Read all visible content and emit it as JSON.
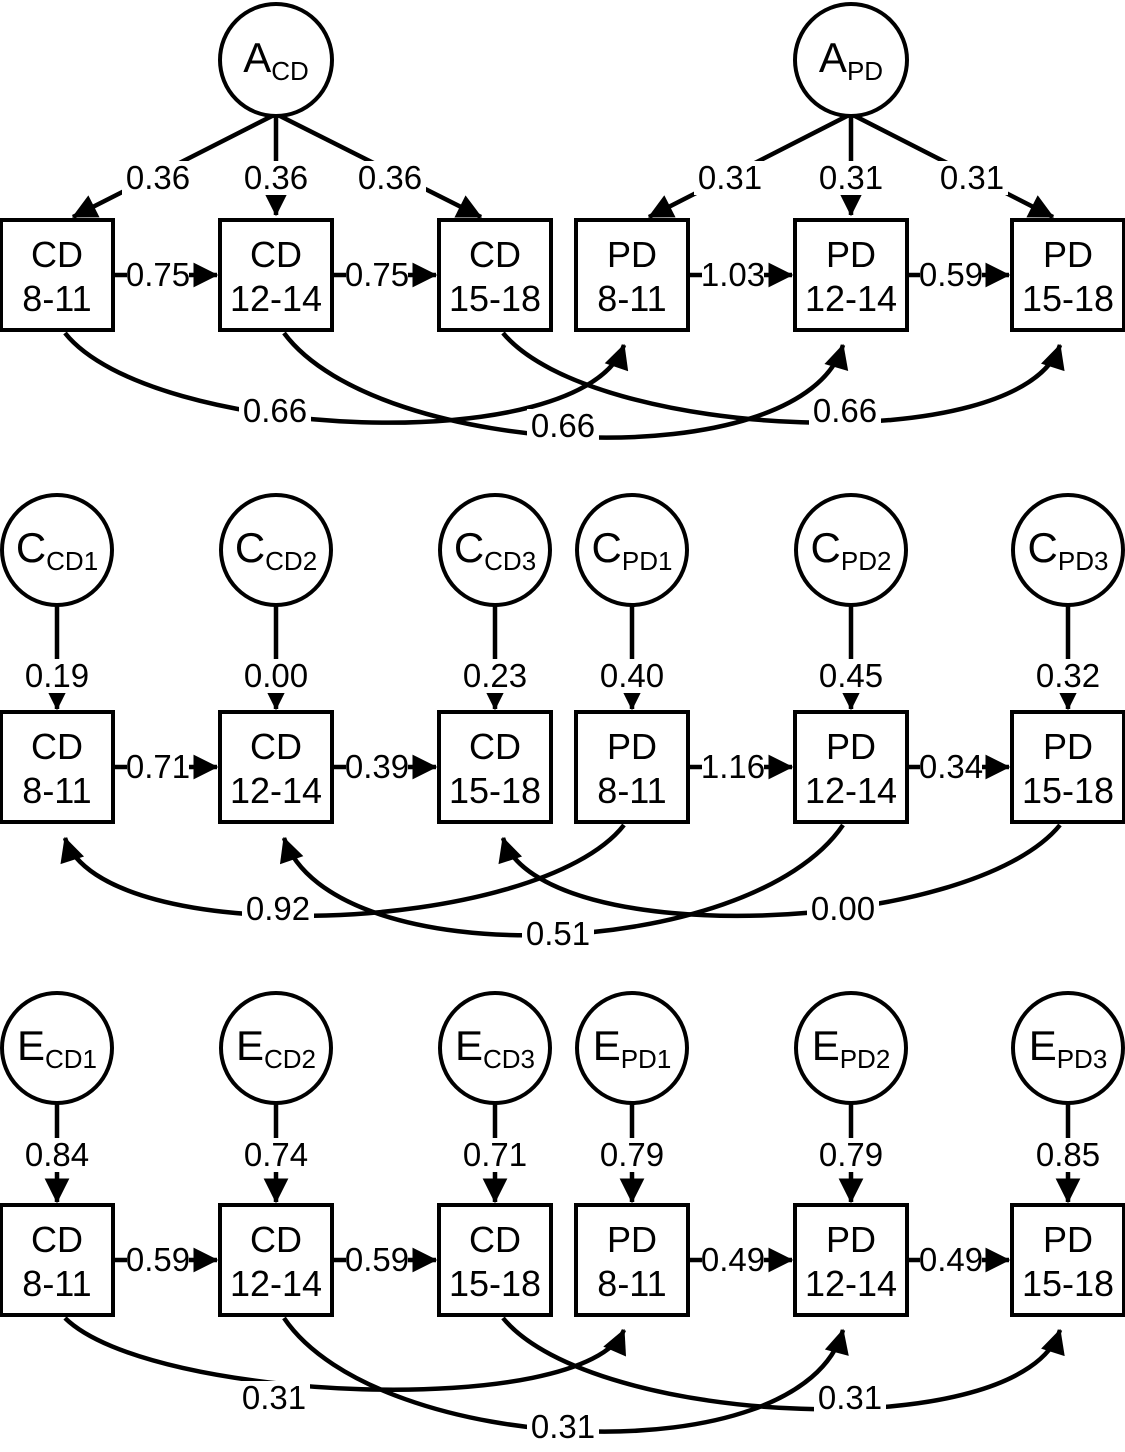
{
  "figure": {
    "type": "twin-study path diagram (Cholesky / simplex model, 3 panels)",
    "background": "#ffffff",
    "ink": "#000000"
  },
  "box_labels": [
    {
      "line1": "CD",
      "line2": "8-11"
    },
    {
      "line1": "CD",
      "line2": "12-14"
    },
    {
      "line1": "CD",
      "line2": "15-18"
    },
    {
      "line1": "PD",
      "line2": "8-11"
    },
    {
      "line1": "PD",
      "line2": "12-14"
    },
    {
      "line1": "PD",
      "line2": "15-18"
    }
  ],
  "panels": {
    "additive_genetic": {
      "latents": [
        {
          "letter": "A",
          "sub": "CD"
        },
        {
          "letter": "A",
          "sub": "PD"
        }
      ],
      "loadings": [
        "0.36",
        "0.36",
        "0.36",
        "0.31",
        "0.31",
        "0.31"
      ],
      "stability_paths": [
        "0.75",
        "0.75",
        "1.03",
        "0.59"
      ],
      "cross_paths": [
        "0.66",
        "0.66",
        "0.66"
      ]
    },
    "shared_environment": {
      "latents": [
        {
          "letter": "C",
          "sub": "CD1"
        },
        {
          "letter": "C",
          "sub": "CD2"
        },
        {
          "letter": "C",
          "sub": "CD3"
        },
        {
          "letter": "C",
          "sub": "PD1"
        },
        {
          "letter": "C",
          "sub": "PD2"
        },
        {
          "letter": "C",
          "sub": "PD3"
        }
      ],
      "loadings": [
        "0.19",
        "0.00",
        "0.23",
        "0.40",
        "0.45",
        "0.32"
      ],
      "stability_paths": [
        "0.71",
        "0.39",
        "1.16",
        "0.34"
      ],
      "cross_paths": [
        "0.92",
        "0.51",
        "0.00"
      ]
    },
    "nonshared_environment": {
      "latents": [
        {
          "letter": "E",
          "sub": "CD1"
        },
        {
          "letter": "E",
          "sub": "CD2"
        },
        {
          "letter": "E",
          "sub": "CD3"
        },
        {
          "letter": "E",
          "sub": "PD1"
        },
        {
          "letter": "E",
          "sub": "PD2"
        },
        {
          "letter": "E",
          "sub": "PD3"
        }
      ],
      "loadings": [
        "0.84",
        "0.74",
        "0.71",
        "0.79",
        "0.79",
        "0.85"
      ],
      "stability_paths": [
        "0.59",
        "0.59",
        "0.49",
        "0.49"
      ],
      "cross_paths": [
        "0.31",
        "0.31",
        "0.31"
      ]
    }
  }
}
